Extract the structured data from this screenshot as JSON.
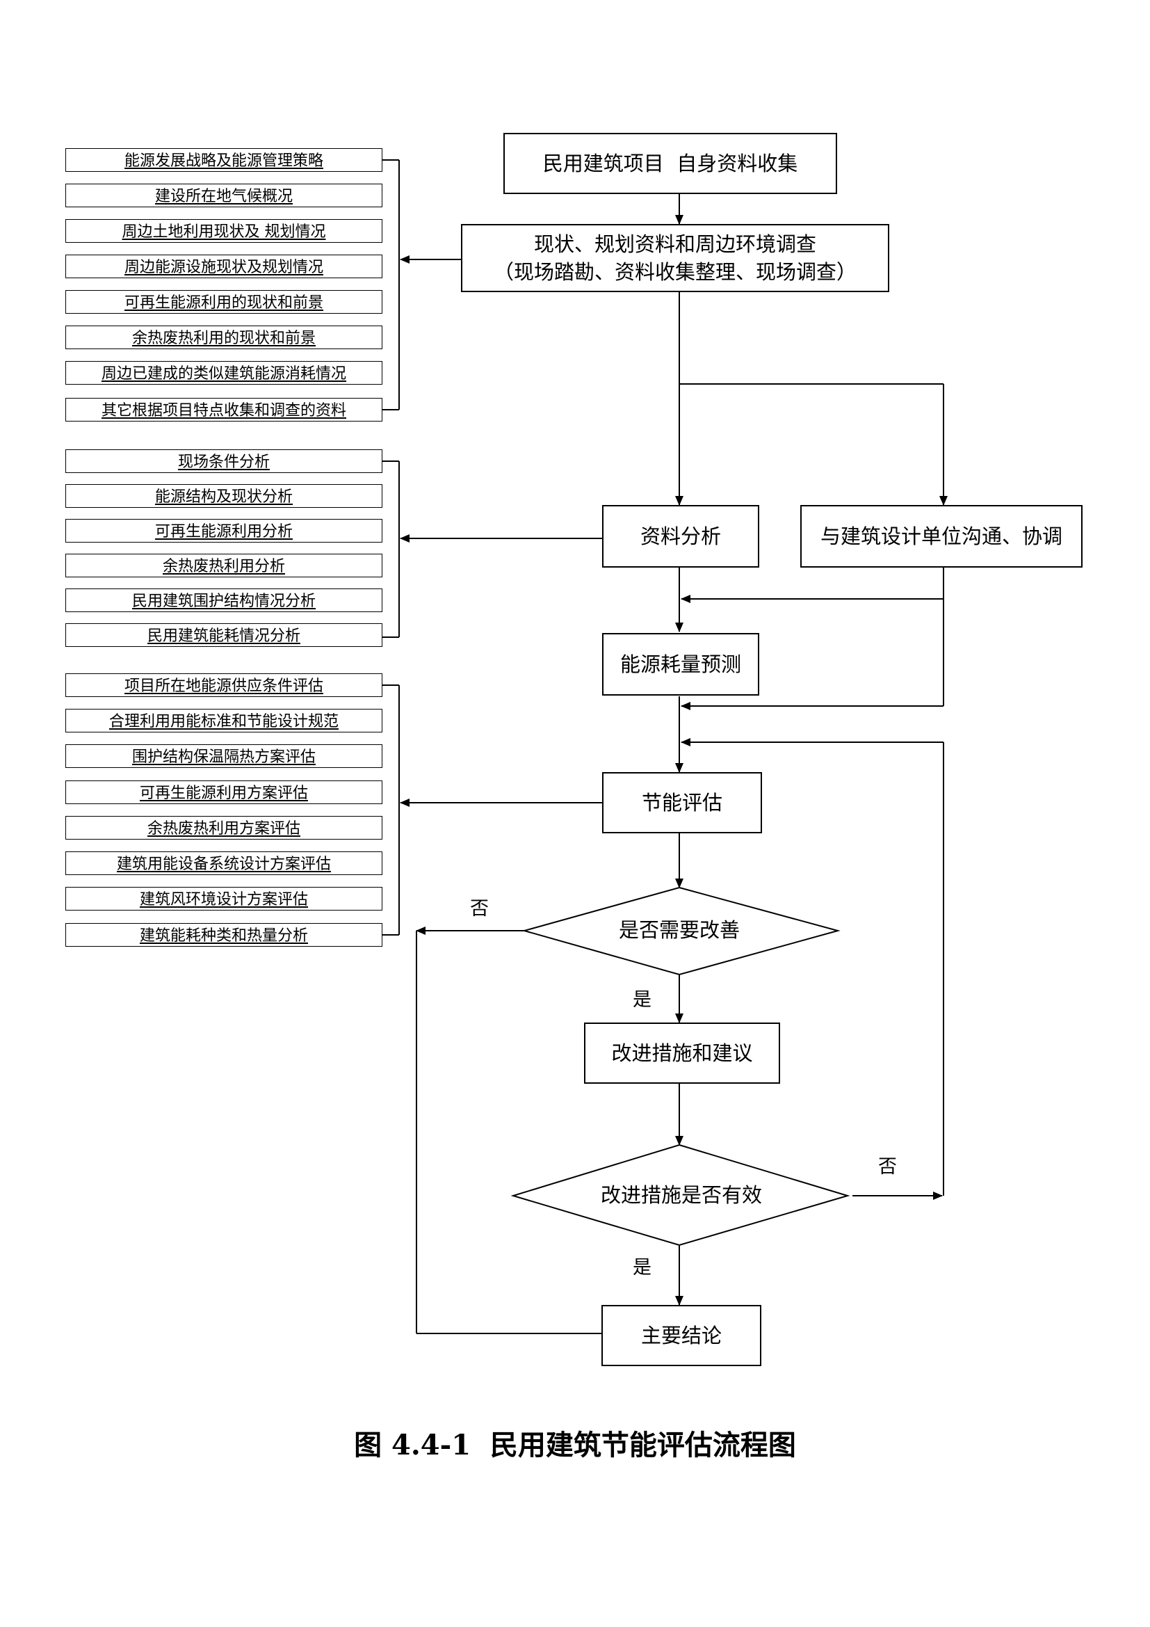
{
  "main": {
    "collect": "民用建筑项目  自身资料收集",
    "survey_line1": "现状、规划资料和周边环境调查",
    "survey_line2": "（现场踏勘、资料收集整理、现场调查）",
    "analysis": "资料分析",
    "coordinate": "与建筑设计单位沟通、协调",
    "forecast": "能源耗量预测",
    "evaluate": "节能评估",
    "decision_improve": "是否需要改善",
    "measures": "改进措施和建议",
    "decision_effective": "改进措施是否有效",
    "conclusion": "主要结论"
  },
  "labels": {
    "no": "否",
    "yes": "是"
  },
  "groups": {
    "survey_items": [
      "能源发展战略及能源管理策略",
      "建设所在地气候概况",
      "周边土地利用现状及 规划情况",
      "周边能源设施现状及规划情况",
      "可再生能源利用的现状和前景",
      "余热废热利用的现状和前景",
      "周边已建成的类似建筑能源消耗情况",
      "其它根据项目特点收集和调查的资料"
    ],
    "analysis_items": [
      "现场条件分析",
      "能源结构及现状分析",
      "可再生能源利用分析",
      "余热废热利用分析",
      "民用建筑围护结构情况分析",
      "民用建筑能耗情况分析"
    ],
    "evaluation_items": [
      "项目所在地能源供应条件评估",
      "合理利用用能标准和节能设计规范",
      "围护结构保温隔热方案评估",
      "可再生能源利用方案评估",
      "余热废热利用方案评估",
      "建筑用能设备系统设计方案评估",
      "建筑风环境设计方案评估",
      "建筑能耗种类和热量分析"
    ]
  },
  "caption": "图 4.4-1  民用建筑节能评估流程图"
}
